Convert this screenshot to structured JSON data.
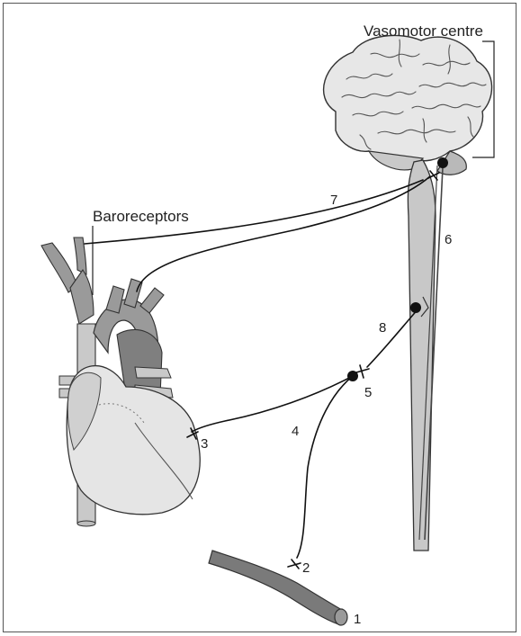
{
  "labels": {
    "vasomotor_centre": "Vasomotor centre",
    "baroreceptors": "Baroreceptors",
    "n1": "1",
    "n2": "2",
    "n3": "3",
    "n4": "4",
    "n5": "5",
    "n6": "6",
    "n7": "7",
    "n8": "8"
  },
  "colors": {
    "brain_fill": "#e6e6e6",
    "brain_shadow": "#b3b3b3",
    "spinal_cord": "#c8c8c8",
    "artery": "#9a9a9a",
    "vein": "#c9c9c9",
    "heart": "#e5e5e5",
    "vessel": "#7a7a7a",
    "nerve": "#111111"
  }
}
